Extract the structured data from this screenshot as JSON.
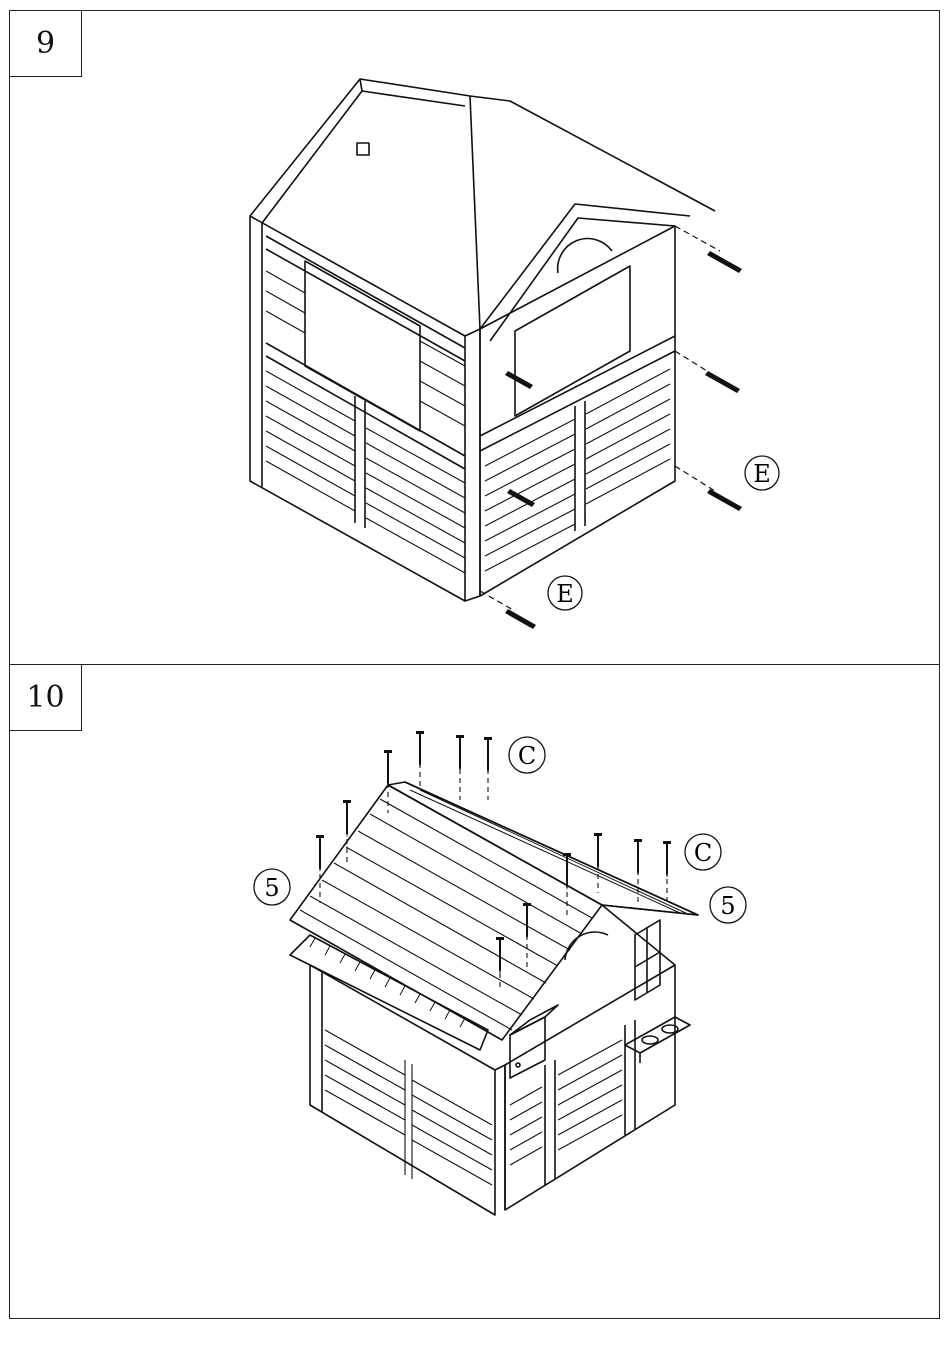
{
  "steps": [
    {
      "number": "9",
      "callouts": [
        {
          "label": "E"
        },
        {
          "label": "E"
        }
      ]
    },
    {
      "number": "10",
      "callouts": [
        {
          "label": "C"
        },
        {
          "label": "C"
        },
        {
          "label": "5"
        },
        {
          "label": "5"
        }
      ]
    }
  ],
  "colors": {
    "line": "#111111",
    "background": "#ffffff"
  },
  "icons": [
    "screw-icon"
  ]
}
